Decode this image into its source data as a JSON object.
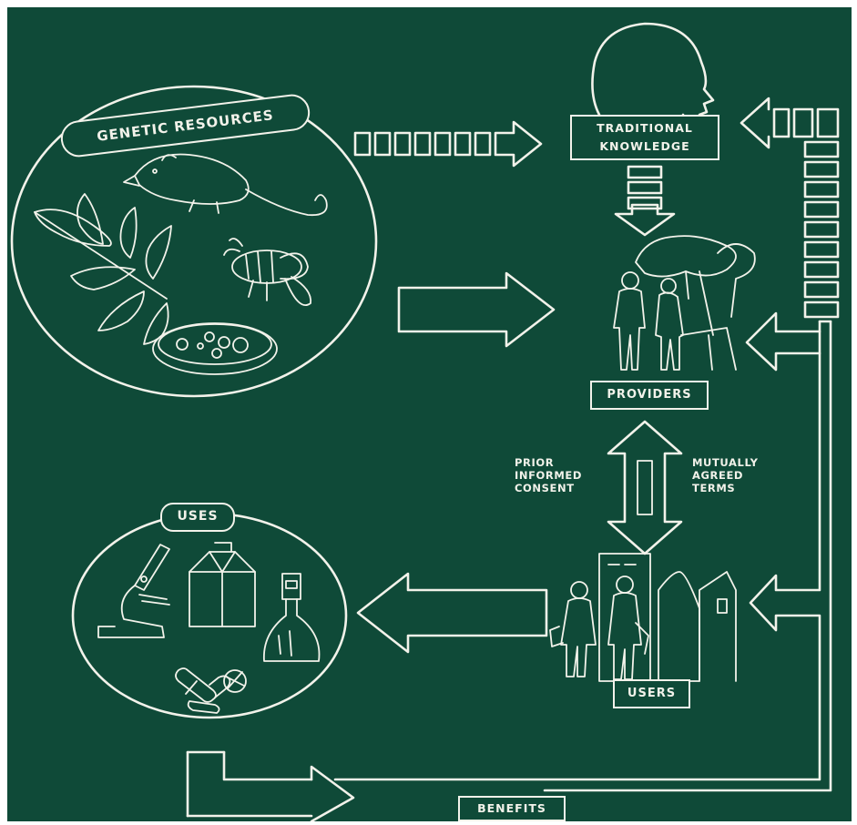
{
  "labels": {
    "genetic_resources": "GENETIC RESOURCES",
    "traditional_knowledge_line1": "TRADITIONAL",
    "traditional_knowledge_line2": "KNOWLEDGE",
    "providers": "PROVIDERS",
    "users": "USERS",
    "uses": "USES",
    "benefits": "BENEFITS",
    "prior_informed_consent": [
      "PRIOR",
      "INFORMED",
      "CONSENT"
    ],
    "mutually_agreed_terms": [
      "MUTUALLY",
      "AGREED",
      "TERMS"
    ]
  },
  "colors": {
    "board": "#0f4a38",
    "chalk": "#f2f2ea"
  }
}
